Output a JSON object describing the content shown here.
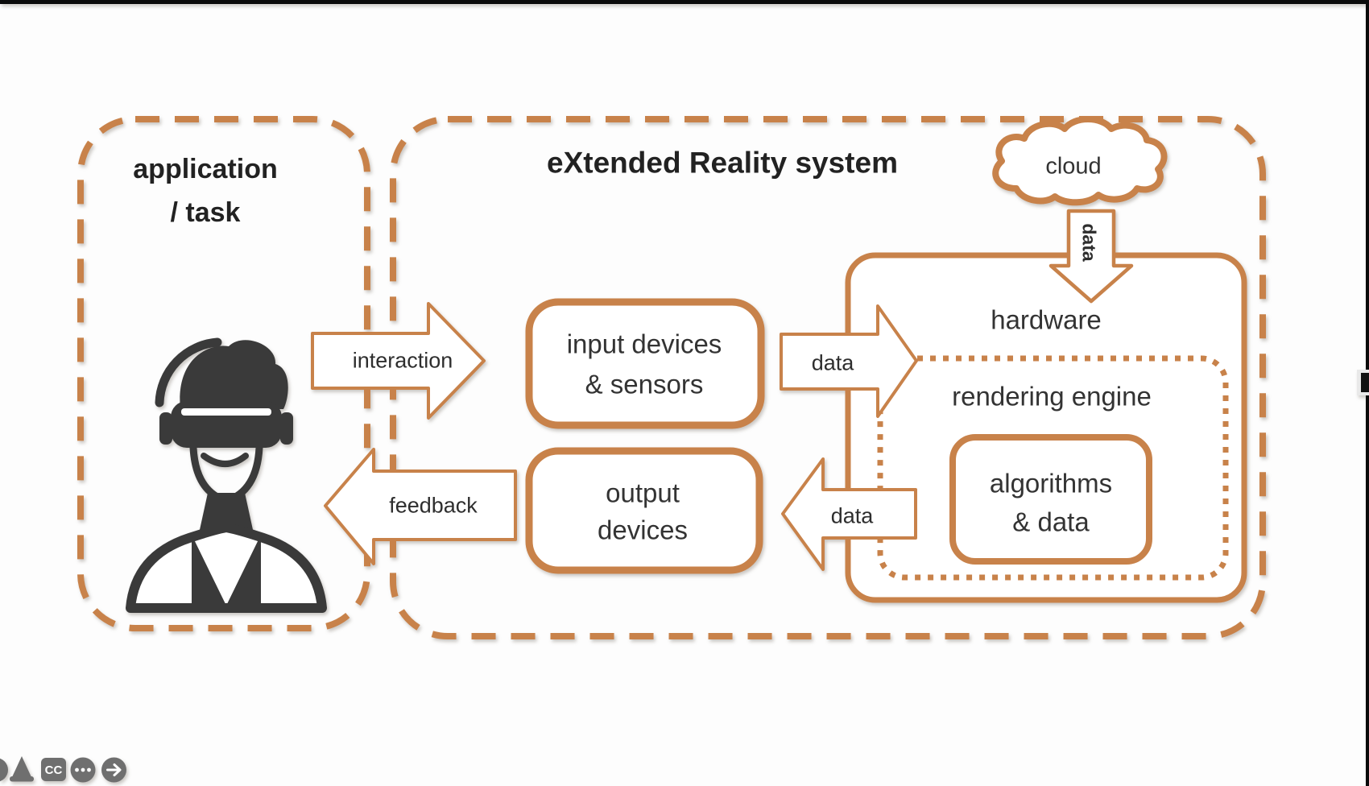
{
  "colors": {
    "accent_orange": "#c8824a",
    "icon_gray": "#6f6f6f",
    "ink_dark": "#2e2e2e",
    "edge_black": "#0a0a0a"
  },
  "diagram": {
    "application_box": {
      "line1": "application",
      "line2": "/ task"
    },
    "xr_box": {
      "title": "eXtended Reality system"
    },
    "cloud_label": "cloud",
    "hardware_label": "hardware",
    "rendering_engine_label": "rendering engine",
    "algorithms_box": {
      "line1": "algorithms",
      "line2": "& data"
    },
    "input_box": {
      "line1": "input devices",
      "line2": "& sensors"
    },
    "output_box": {
      "line1": "output",
      "line2": "devices"
    },
    "arrow_labels": {
      "interaction": "interaction",
      "feedback": "feedback",
      "data_to_hardware": "data",
      "data_to_output": "data",
      "data_from_cloud": "data"
    }
  },
  "player_controls": {
    "cc_badge_label": "CC",
    "icon_names": [
      "partial-circle-icon",
      "cone-icon",
      "closed-captions-badge",
      "more-options-icon",
      "next-arrow-icon"
    ]
  }
}
